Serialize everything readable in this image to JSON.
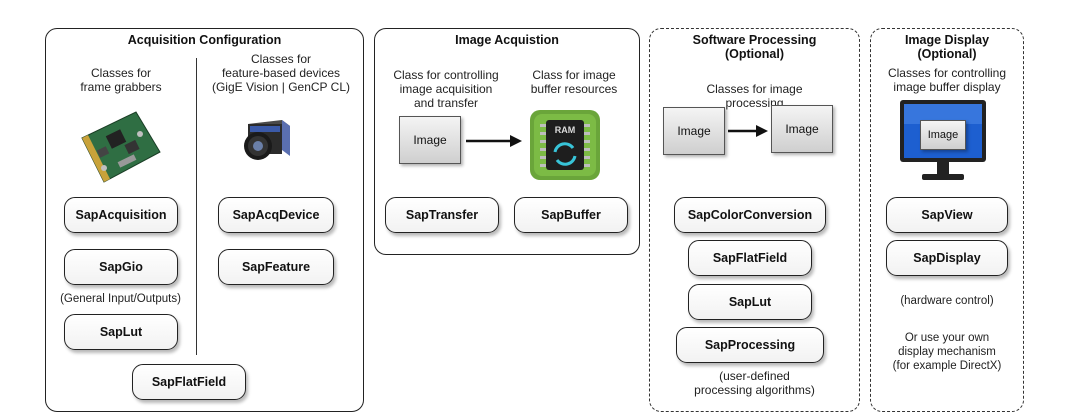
{
  "acquisition_configuration": {
    "title": "Acquisition Configuration",
    "frame_grabbers_label": "Classes for\nframe grabbers",
    "feature_devices_label": "Classes for\nfeature-based devices\n(GigE Vision | GenCP CL)",
    "classes_left": [
      "SapAcquisition",
      "SapGio",
      "SapLut"
    ],
    "gio_note": "(General Input/Outputs)",
    "classes_right": [
      "SapAcqDevice",
      "SapFeature"
    ],
    "class_bottom": "SapFlatField"
  },
  "image_acquisition": {
    "title": "Image Acquistion",
    "transfer_label": "Class for controlling\nimage acquisition\nand transfer",
    "buffer_label": "Class for image\nbuffer resources",
    "image_box": "Image",
    "ram_label": "RAM",
    "classes": [
      "SapTransfer",
      "SapBuffer"
    ]
  },
  "software_processing": {
    "title": "Software Processing\n(Optional)",
    "description": "Classes for image\nprocessing",
    "image_box_left": "Image",
    "image_box_right": "Image",
    "classes": [
      "SapColorConversion",
      "SapFlatField",
      "SapLut",
      "SapProcessing"
    ],
    "note": "(user-defined\nprocessing algorithms)"
  },
  "image_display": {
    "title": "Image Display\n(Optional)",
    "description": "Classes for controlling\nimage buffer display",
    "monitor_label": "Image",
    "classes": [
      "SapView",
      "SapDisplay"
    ],
    "hardware_note": "(hardware control)",
    "alt_note": "Or use your own\ndisplay mechanism\n(for example DirectX)"
  }
}
